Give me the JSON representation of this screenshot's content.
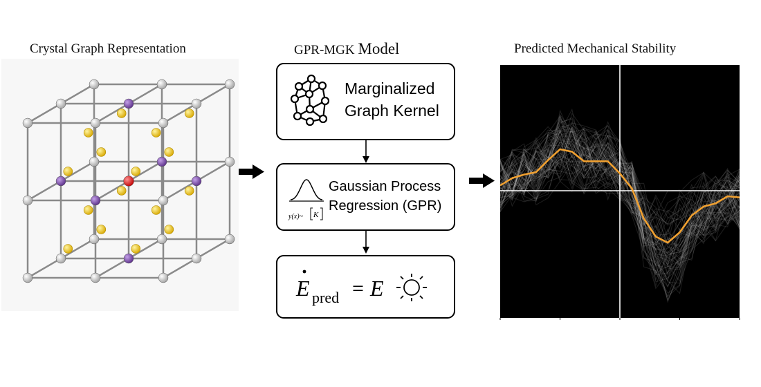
{
  "titles": {
    "left": "Crystal Graph Representation",
    "middle_prefix": "GPR-MGK",
    "middle_suffix": "Model",
    "right": "Predicted Mechanical Stability"
  },
  "boxes": {
    "kernel": {
      "line1": "Marginalized",
      "line2": "Graph Kernel"
    },
    "gpr": {
      "line1": "Gaussian Process",
      "line2": "Regression (GPR)",
      "formula": "y(x)~",
      "bracket_label": "K"
    },
    "prediction": {
      "lhs": "E",
      "subscript": "pred",
      "equals": "=",
      "rhs": "E"
    }
  },
  "icons": [
    "network-graph-icon",
    "gaussian-curve-icon",
    "sun-icon",
    "right-arrow-icon",
    "down-arrow-icon"
  ],
  "colors": {
    "lattice_line": "#8a8a8a",
    "corner_atom": "#d4d4d4",
    "face_atom": "#7b4fa8",
    "center_atom": "#e02020",
    "interstitial_atom": "#f2c500",
    "plot_background": "#000000",
    "highlight_curve": "#f0a030",
    "ensemble_curves": "#ffffff"
  },
  "chart_data": {
    "type": "line",
    "title": "Predicted Mechanical Stability",
    "xlabel": "",
    "ylabel": "",
    "x": [
      0,
      1,
      2,
      3,
      4,
      5,
      6,
      7,
      8,
      9,
      10,
      11,
      12,
      13,
      14,
      15,
      16,
      17,
      18,
      19,
      20
    ],
    "series": [
      {
        "values": [
          0.0,
          0.12,
          0.18,
          0.22,
          0.42,
          0.6,
          0.56,
          0.4,
          0.4,
          0.4,
          0.2,
          -0.05,
          -0.55,
          -0.85,
          -0.95,
          -0.78,
          -0.5,
          -0.35,
          -0.3,
          -0.18,
          -0.2
        ]
      }
    ],
    "ensemble_count": 60,
    "axes": {
      "vertical_line_at_x": 10,
      "horizontal_line_at_y": 0
    },
    "ylim": [
      -2.2,
      2.0
    ],
    "grid": false
  }
}
